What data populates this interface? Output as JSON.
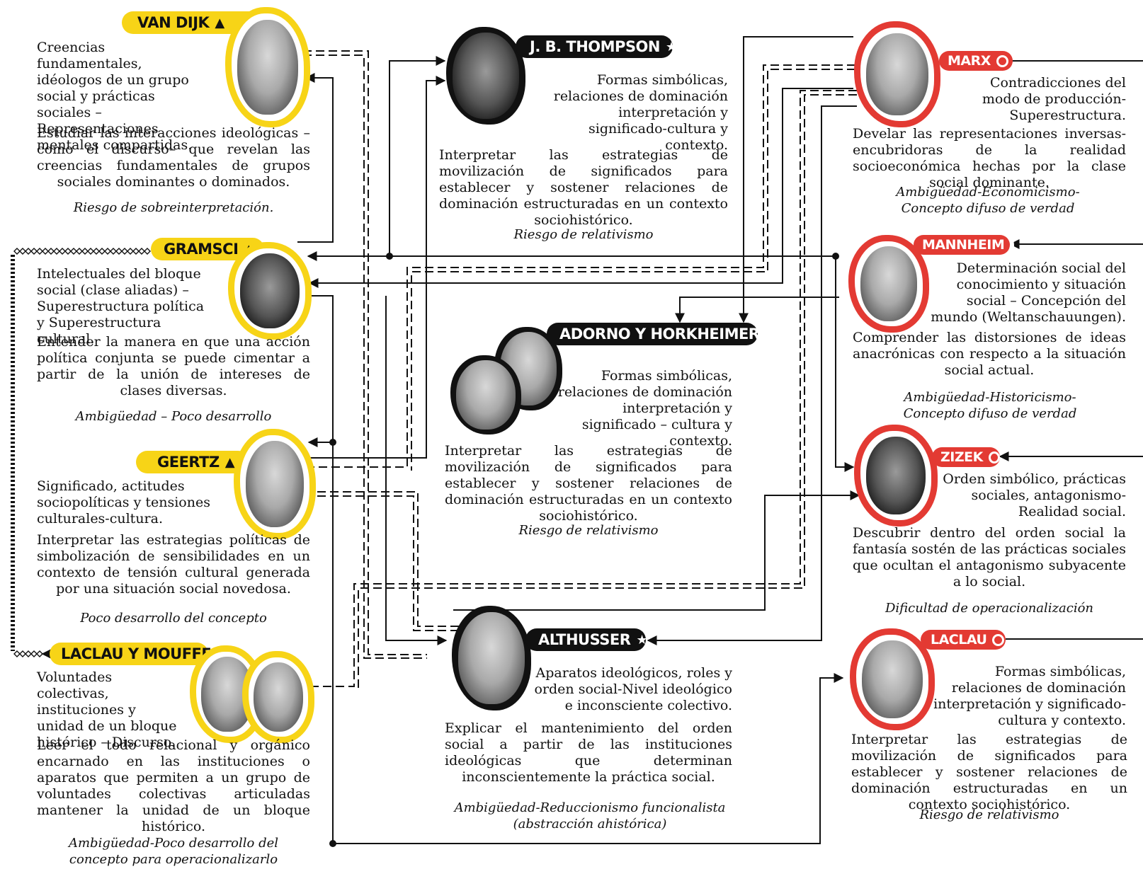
{
  "authors": {
    "van_dijk": {
      "name": "VAN DIJK",
      "concepts": "Creencias fundamentales, idéologos de un grupo social y prácticas sociales – Representaciones mentales compartidas.",
      "objective": "Estudiar las interacciones ideológicas –como el discurso– que revelan las creencias fundamentales de grupos sociales dominantes o dominados.",
      "risk": "Riesgo de sobreinterpretación."
    },
    "gramsci": {
      "name": "GRAMSCI",
      "concepts": "Intelectuales del bloque social (clase aliadas) – Superestructura política y Superestructura cultural.",
      "objective": "Entender la manera en que una acción política conjunta se puede cimentar a partir de la unión de intereses de clases diversas.",
      "risk": "Ambigüedad – Poco desarrollo"
    },
    "geertz": {
      "name": "GEERTZ",
      "concepts": "Significado, actitudes sociopolíticas y tensiones culturales-cultura.",
      "objective": "Interpretar las estrategias políticas de simbolización de sensibilidades en un contexto de tensión cultural generada por una situación social novedosa.",
      "risk": "Poco desarrollo del concepto"
    },
    "laclau_mouffe": {
      "name": "LACLAU Y MOUFFE",
      "concepts": "Voluntades colectivas, instituciones y unidad de un bloque histórico – Discurso.",
      "objective": "Leer el todo relacional y orgánico encarnado en las instituciones o aparatos que permiten a un grupo de voluntades colectivas articuladas mantener la unidad de un bloque histórico.",
      "risk": "Ambigüedad-Poco desarrollo del concepto para operacionalizarlo"
    },
    "thompson": {
      "name": "J. B. THOMPSON",
      "concepts": "Formas simbólicas, relaciones de dominación interpretación y significado-cultura y contexto.",
      "objective": "Interpretar las estrategias de movilización de significados para establecer y sostener relaciones de dominación estructuradas en un contexto sociohistórico.",
      "risk": "Riesgo de relativismo"
    },
    "adorno_horkheimer": {
      "name": "ADORNO Y HORKHEIMER",
      "concepts": "Formas simbólicas, relaciones de dominación interpretación y significado – cultura y contexto.",
      "objective": "Interpretar las estrategias de movilización de significados para establecer y sostener relaciones de dominación estructuradas en un contexto sociohistórico.",
      "risk": "Riesgo de relativismo"
    },
    "althusser": {
      "name": "ALTHUSSER",
      "concepts": "Aparatos ideológicos, roles y orden social-Nivel ideológico e inconsciente colectivo.",
      "objective": "Explicar el mantenimiento del orden social a partir de las instituciones ideológicas que determinan inconscientemente la práctica social.",
      "risk": "Ambigüedad-Reduccionismo funcionalista (abstracción ahistórica)"
    },
    "marx": {
      "name": "MARX",
      "concepts": "Contradicciones del modo de producción-Superestructura.",
      "objective": "Develar las representaciones inversas-encubridoras de la realidad socioeconómica hechas por la clase social dominante.",
      "risk": "Ambigüedad-Economicismo-Concepto difuso de verdad"
    },
    "mannheim": {
      "name": "MANNHEIM",
      "concepts": "Determinación social del conocimiento y situación social – Concepción del mundo (Weltanschauungen).",
      "objective": "Comprender las distorsiones de ideas anacrónicas con respecto a la situación social actual.",
      "risk": "Ambigüedad-Historicismo-Concepto difuso de verdad"
    },
    "zizek": {
      "name": "ZIZEK",
      "concepts": "Orden simbólico, prácticas sociales, antagonismo-Realidad social.",
      "objective": "Descubrir dentro del orden social la fantasía sostén de las prácticas sociales que ocultan el antagonismo subyacente a lo social.",
      "risk": "Dificultad de operacionalización"
    },
    "laclau": {
      "name": "LACLAU",
      "concepts": "Formas simbólicas, relaciones de dominación interpretación y significado-cultura y contexto.",
      "objective": "Interpretar las estrategias de movilización de significados para establecer y sostener relaciones de dominación estructuradas en un contexto sociohistórico.",
      "risk": "Riesgo de relativismo"
    }
  },
  "colors": {
    "yellow": "#f7d417",
    "red": "#e33a33",
    "black": "#111111"
  },
  "icons": {
    "yellow_group": "triangle-icon",
    "black_group": "star-icon",
    "red_group": "circle-icon"
  }
}
